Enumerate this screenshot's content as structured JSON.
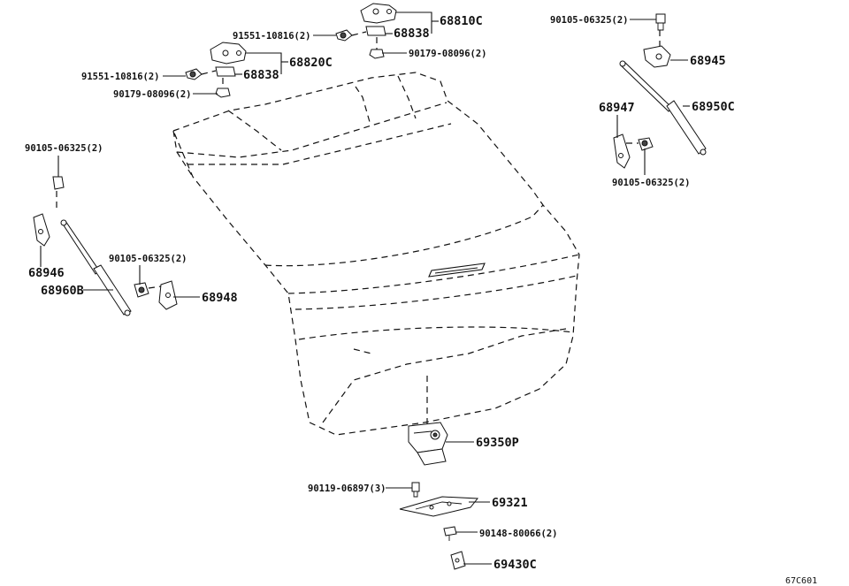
{
  "labels": {
    "p68810C": "68810C",
    "p68838a": "68838",
    "p91551a": "91551-10816(2)",
    "p90179a": "90179-08096(2)",
    "p68820C": "68820C",
    "p68838b": "68838",
    "p91551b": "91551-10816(2)",
    "p90179b": "90179-08096(2)",
    "p90105a": "90105-06325(2)",
    "p68945": "68945",
    "p68950C": "68950C",
    "p68947": "68947",
    "p90105b": "90105-06325(2)",
    "p90105c": "90105-06325(2)",
    "p68946": "68946",
    "p68960B": "68960B",
    "p90105d": "90105-06325(2)",
    "p68948": "68948",
    "p69350P": "69350P",
    "p90119": "90119-06897(3)",
    "p69321": "69321",
    "p90148": "90148-80066(2)",
    "p69430C": "69430C"
  },
  "figure_code": "67C601"
}
